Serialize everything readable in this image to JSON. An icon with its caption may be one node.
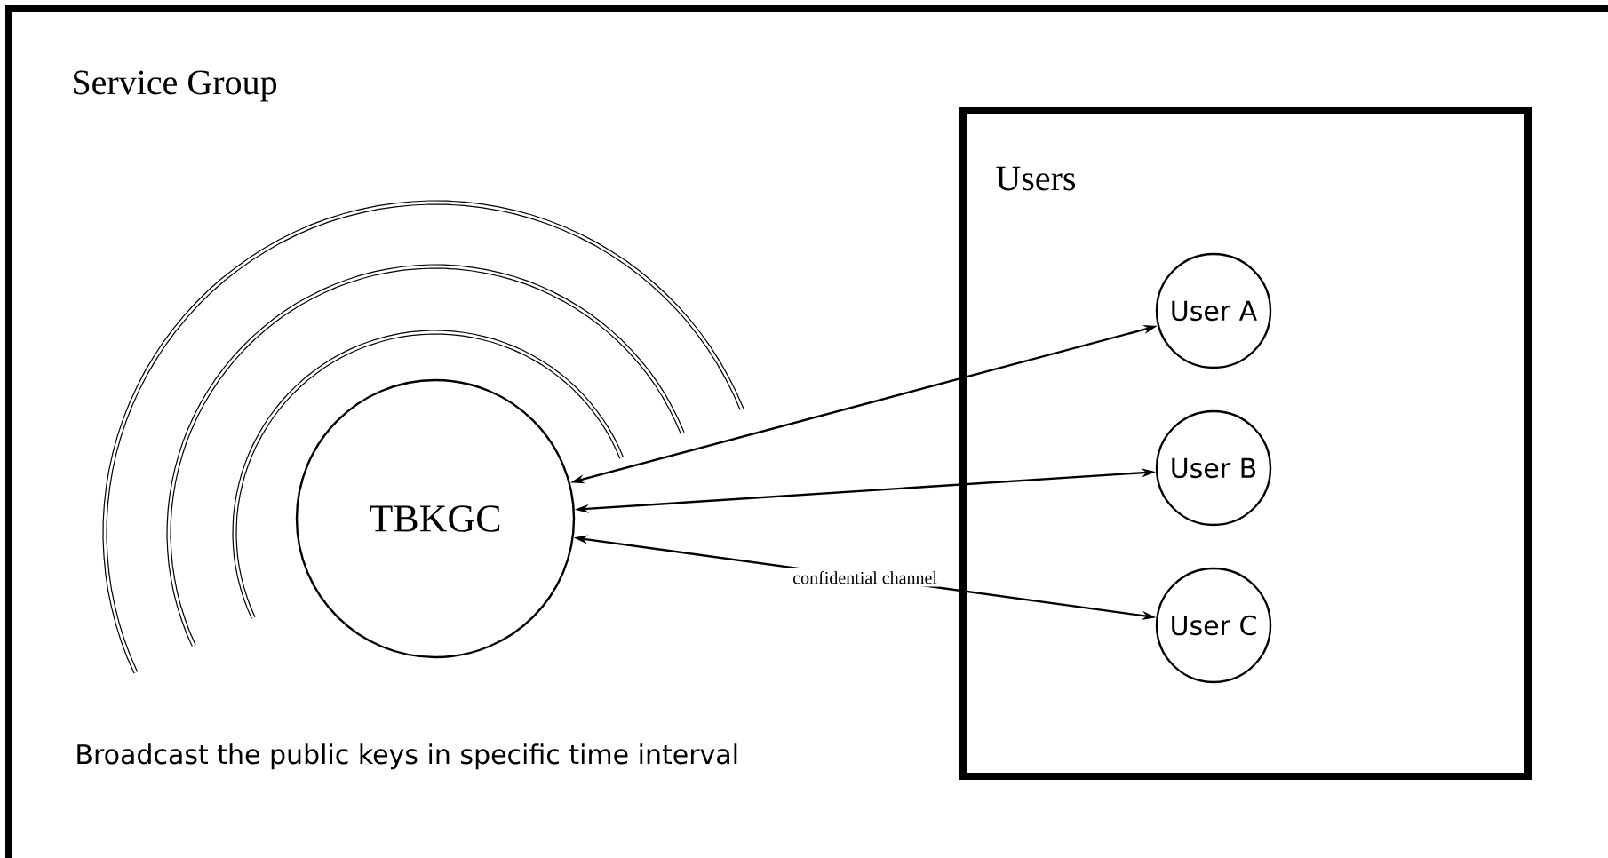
{
  "diagram": {
    "nodes": [
      {
        "text": [
          "Service Group"
        ]
      },
      {
        "text": [
          "TBKGC"
        ],
        "in": 0
      },
      {
        "text": [
          "Users"
        ],
        "in": 0
      },
      {
        "text": [
          "User A"
        ],
        "in": 2
      },
      {
        "text": [
          "User B"
        ],
        "in": 2
      },
      {
        "text": [
          "User C"
        ],
        "in": 2
      }
    ],
    "edges": [
      {
        "from": 1,
        "to": 3,
        "arrow": "both"
      },
      {
        "from": 1,
        "to": 4,
        "arrow": "both"
      },
      {
        "from": 1,
        "to": 5,
        "arrow": "both",
        "label": "confidential channel"
      }
    ],
    "labels": [
      "Broadcast the public keys in specific time interval"
    ]
  }
}
